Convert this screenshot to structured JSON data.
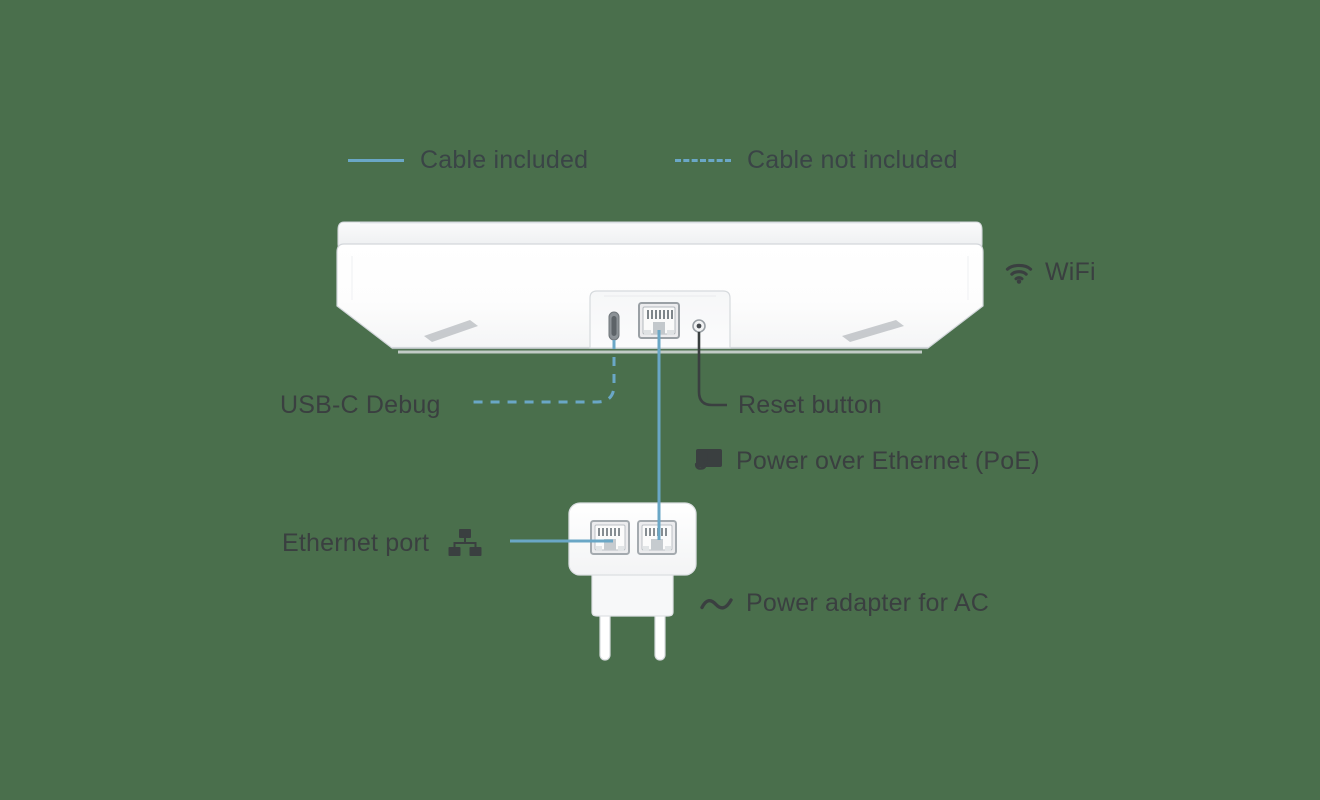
{
  "diagram": {
    "title": "Access point ports and connections diagram",
    "background_color": "#4a6f4c",
    "cable_color": "#6aa7c6",
    "text_color": "#3a3f40"
  },
  "legend": {
    "items": [
      {
        "label": "Cable included",
        "style": "solid",
        "color": "#6aa7c6"
      },
      {
        "label": "Cable not included",
        "style": "dashed",
        "color": "#6aa7c6"
      }
    ]
  },
  "callouts": {
    "wifi": {
      "label": "WiFi",
      "icon": "wifi-icon"
    },
    "usb_c_debug": {
      "label": "USB-C Debug",
      "line_style": "dashed",
      "line_color": "#6aa7c6"
    },
    "reset_button": {
      "label": "Reset button",
      "line_style": "solid",
      "line_color": "#3a3f40"
    },
    "poe": {
      "label": "Power over Ethernet (PoE)",
      "icon": "poe-icon"
    },
    "ethernet_port": {
      "label": "Ethernet port",
      "icon": "network-icon",
      "line_style": "solid",
      "line_color": "#6aa7c6"
    },
    "power_adapter": {
      "label": "Power adapter for AC",
      "icon": "ac-sine-icon"
    }
  },
  "device": {
    "name": "access-point",
    "ports": [
      {
        "name": "usb-c-port",
        "type": "USB-C"
      },
      {
        "name": "ethernet-port",
        "type": "RJ45"
      },
      {
        "name": "reset-pinhole",
        "type": "pinhole"
      }
    ]
  },
  "adapter": {
    "name": "poe-power-adapter",
    "ports": [
      {
        "name": "adapter-ethernet-port-left",
        "type": "RJ45"
      },
      {
        "name": "adapter-ethernet-port-right",
        "type": "RJ45"
      }
    ],
    "prongs": 2
  }
}
